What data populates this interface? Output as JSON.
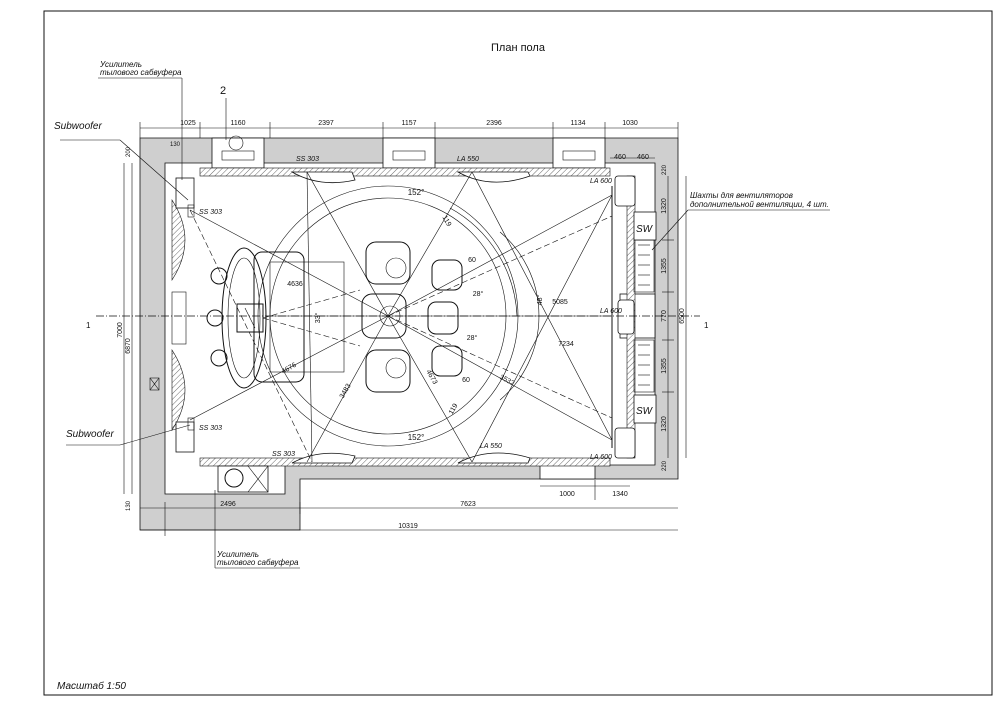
{
  "title": "План пола",
  "scale": "Масштаб 1:50",
  "labels": {
    "amp_top_1": "Усилитель",
    "amp_top_2": "тылового сабвуфера",
    "amp_bottom_1": "Усилитель",
    "amp_bottom_2": "тылового сабвуфера",
    "sub_top": "Subwoofer",
    "sub_bottom": "Subwoofer",
    "shafts_1": "Шахты для вентиляторов",
    "shafts_2": "дополнительной вентиляции, 4 шт.",
    "marker_2": "2",
    "axis_left": "1",
    "axis_right": "1",
    "sw_top": "SW",
    "sw_bottom": "SW"
  },
  "speakers": {
    "ss_top_left": "SS 303",
    "ss_top": "SS 303",
    "la_top": "LA 550",
    "la600_top": "LA 600",
    "la600_mid": "LA 600",
    "la600_bot": "LA 600",
    "la_bot": "LA 550",
    "ss_bot": "SS 303",
    "ss_bot_left": "SS 303"
  },
  "dims_top": [
    "1025",
    "1160",
    "2397",
    "1157",
    "2396",
    "1134",
    "1030"
  ],
  "dims_right_top": [
    "460",
    "460"
  ],
  "dims_right": [
    "1320",
    "1355",
    "770",
    "1355",
    "1320"
  ],
  "dims_right_total": "6500",
  "dims_right_small": [
    "220",
    "220"
  ],
  "dims_left": [
    "7000",
    "6870"
  ],
  "dims_left_small": [
    "200",
    "130",
    "130"
  ],
  "dims_bottom": [
    "2496",
    "7623",
    "1000",
    "1340"
  ],
  "dims_bottom_total": "10319",
  "room_dims": [
    "4636",
    "5085",
    "7234",
    "4676",
    "3483",
    "4673",
    "3532"
  ],
  "angles": [
    "152°",
    "119",
    "60",
    "28°",
    "48°",
    "33°",
    "28°",
    "60",
    "119",
    "152°"
  ]
}
